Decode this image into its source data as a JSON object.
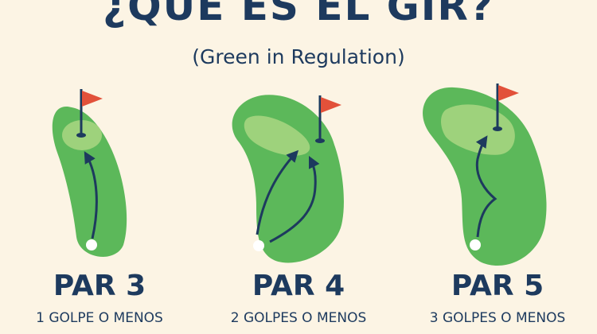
{
  "header": {
    "title": "¿QUE ES EL GIR?",
    "subtitle": "(Green in Regulation)"
  },
  "panels": [
    {
      "par": "PAR 3",
      "strokes": "1 GOLPE O MENOS"
    },
    {
      "par": "PAR 4",
      "strokes": "2 GOLPES O MENOS"
    },
    {
      "par": "PAR 5",
      "strokes": "3 GOLPES O MENOS"
    }
  ],
  "colors": {
    "background": "#fcf4e4",
    "fairway": "#5cb85a",
    "green": "#9ed27c",
    "text": "#1d3a5e",
    "flag": "#e2513a"
  }
}
